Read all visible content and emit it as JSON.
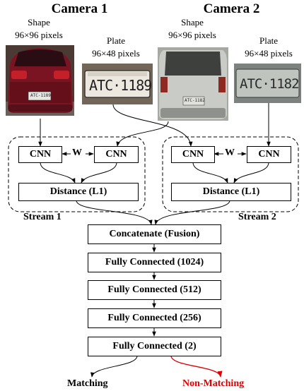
{
  "camera1": {
    "title": "Camera 1",
    "shape_label": "Shape",
    "shape_size": "96×96 pixels",
    "plate_label": "Plate",
    "plate_size": "96×48 pixels",
    "car_plate_text": "ATC-1189",
    "plate_text": "ATC·1189",
    "car_color": "#6e0f1c"
  },
  "camera2": {
    "title": "Camera 2",
    "shape_label": "Shape",
    "shape_size": "96×96 pixels",
    "plate_label": "Plate",
    "plate_size": "96×48 pixels",
    "car_plate_text": "ATC-1182",
    "plate_text": "ATC·1182",
    "car_color": "#b9bcb8"
  },
  "stream1": {
    "label": "Stream 1",
    "cnn_left": "CNN",
    "cnn_right": "CNN",
    "weight_label": "W",
    "distance": "Distance (L1)"
  },
  "stream2": {
    "label": "Stream 2",
    "cnn_left": "CNN",
    "cnn_right": "CNN",
    "weight_label": "W",
    "distance": "Distance (L1)"
  },
  "fusion": {
    "concatenate": "Concatenate (Fusion)",
    "fc1": "Fully Connected (1024)",
    "fc2": "Fully Connected (512)",
    "fc3": "Fully Connected (256)",
    "fc4": "Fully Connected (2)"
  },
  "outputs": {
    "matching": "Matching",
    "non_matching": "Non-Matching",
    "non_matching_color": "#e00000"
  }
}
